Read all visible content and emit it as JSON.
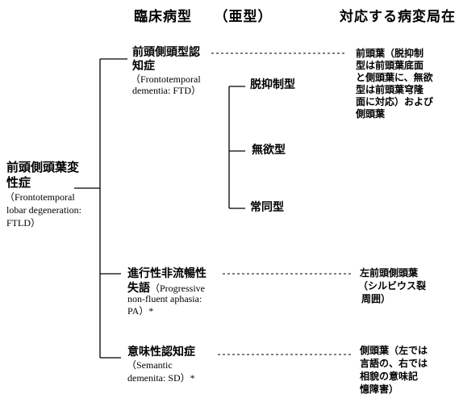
{
  "headers": {
    "clinical": "臨床病型　　（亜型）",
    "lesion": "対応する病変局在"
  },
  "root": {
    "jp": [
      "前頭側頭葉変",
      "性症"
    ],
    "en": [
      "（Frontotemporal",
      "lobar degeneration:",
      "FTLD）"
    ]
  },
  "ftd": {
    "jp": [
      "前頭側頭型認",
      "知症"
    ],
    "en": [
      "（Frontotemporal",
      "dementia: FTD）"
    ],
    "subtypes": [
      "脱抑制型",
      "無欲型",
      "常同型"
    ],
    "lesion": [
      "前頭葉（脱抑制",
      "型は前頭葉底面",
      "と側頭葉に、無欲",
      "型は前頭葉穹隆",
      "面に対応）および",
      "側頭葉"
    ]
  },
  "pa": {
    "jp_line1": "進行性非流暢性",
    "jp_line2": "失語",
    "en_inline": "（Progressive",
    "en": [
      "non-fluent aphasia:",
      "PA）*"
    ],
    "lesion": [
      "左前頭側頭葉",
      "（シルビウス裂",
      "周囲）"
    ]
  },
  "sd": {
    "jp": "意味性認知症",
    "en": [
      "（Semantic",
      "demenita: SD）*"
    ],
    "lesion": [
      "側頭葉（左では",
      "言語の、右では",
      "相貌の意味記",
      "憶障害）"
    ]
  }
}
